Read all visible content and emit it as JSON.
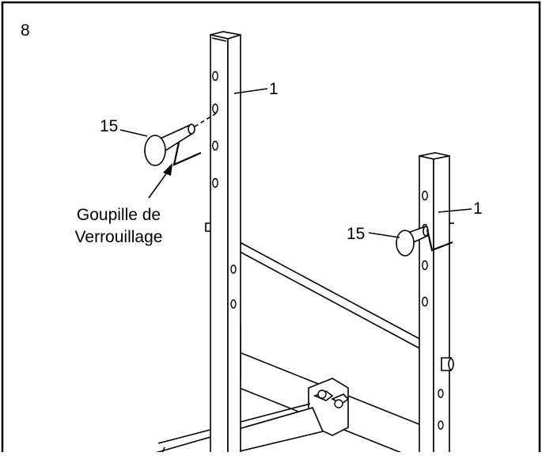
{
  "step_number": "8",
  "callouts": {
    "upright_left": "1",
    "upright_right": "1",
    "pin_left": "15",
    "pin_right": "15"
  },
  "lock_pin_label": {
    "line1": "Goupille de",
    "line2": "Verrouillage"
  }
}
